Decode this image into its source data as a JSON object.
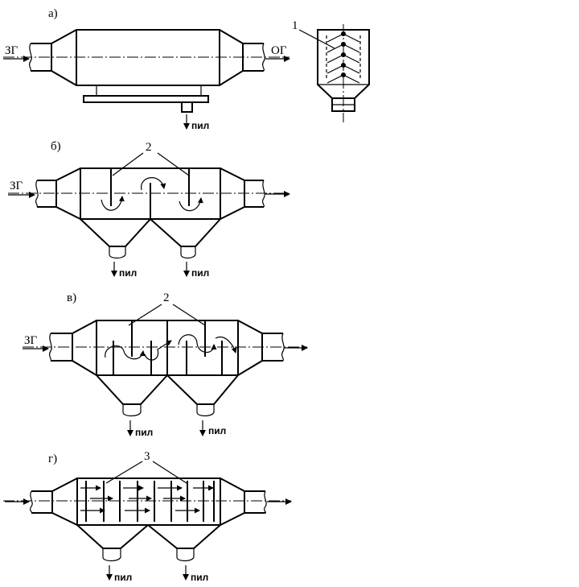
{
  "panels": {
    "a": {
      "letter": "а)",
      "inlet": "ЗГ",
      "outlet": "ОГ",
      "dust": "пил",
      "callout": "1"
    },
    "b": {
      "letter": "б)",
      "inlet": "ЗГ",
      "dust_left": "пил",
      "dust_right": "пил",
      "callout": "2"
    },
    "v": {
      "letter": "в)",
      "inlet": "ЗГ",
      "dust_left": "пил",
      "dust_right": "пил",
      "callout": "2"
    },
    "g": {
      "letter": "г)",
      "dust_left": "пил",
      "dust_right": "пил",
      "callout": "3"
    }
  }
}
